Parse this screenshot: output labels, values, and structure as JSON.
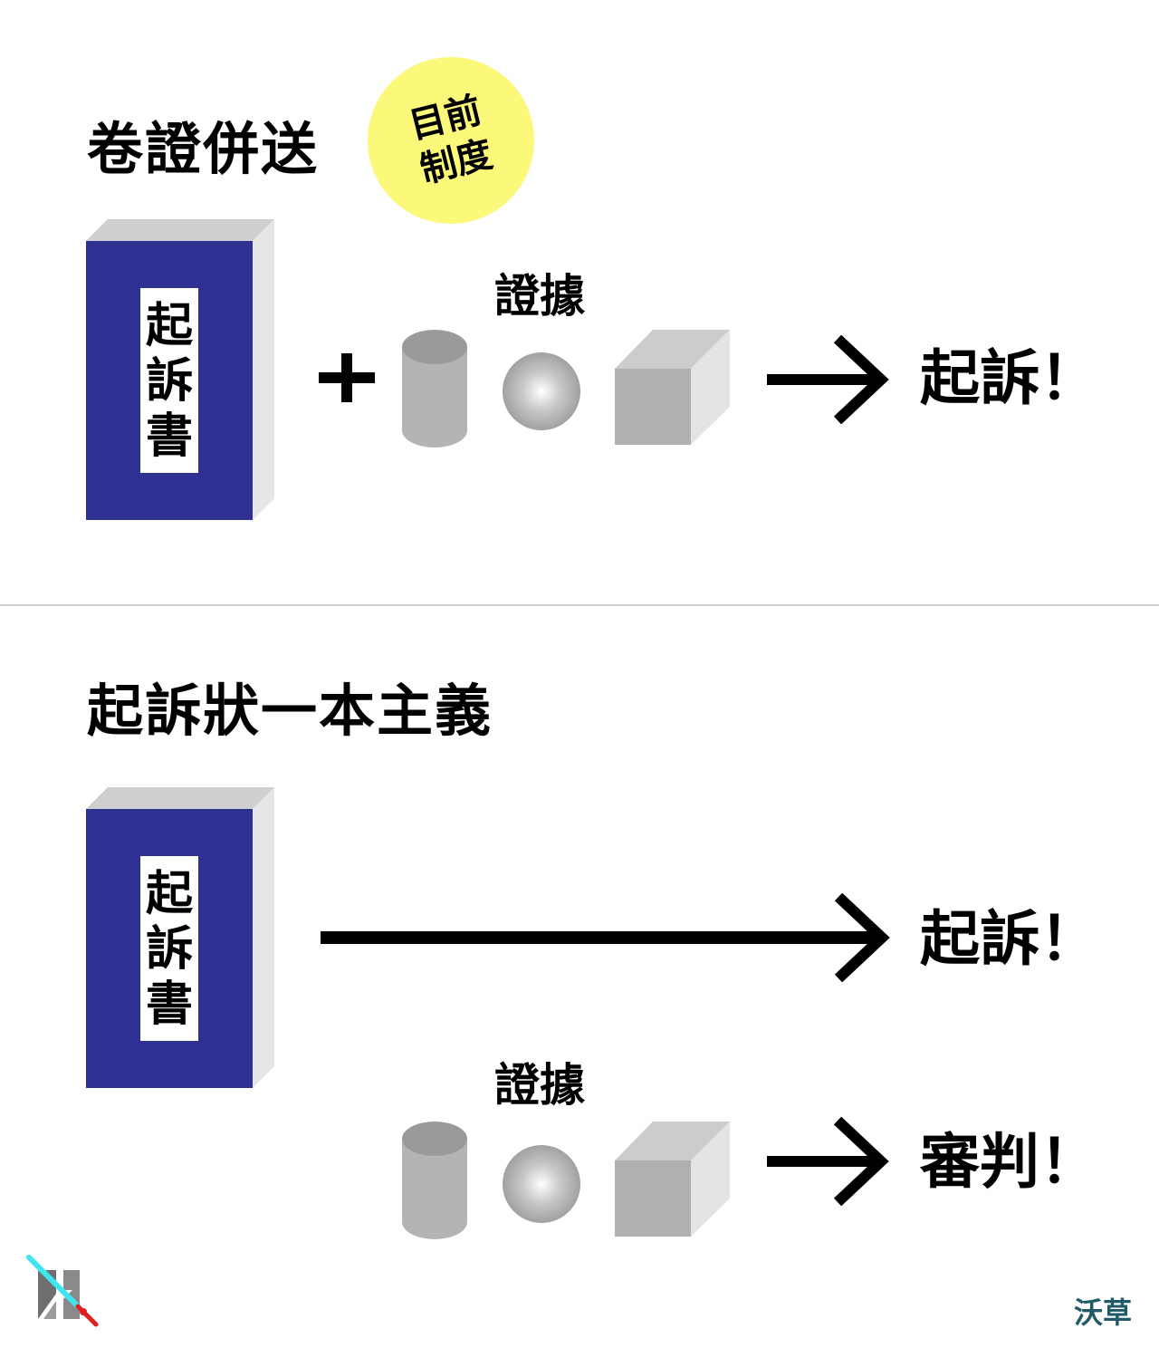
{
  "colors": {
    "book_cover": "#2e3192",
    "badge": "#fbf87a",
    "brand_text": "#1f5a66"
  },
  "section_top": {
    "heading": "卷證併送",
    "badge": "目前制度",
    "book_label": "起訴書",
    "plus": "+",
    "evidence_label": "證據",
    "result": "起訴！"
  },
  "section_bottom": {
    "heading": "起訴狀一本主義",
    "book_label": "起訴書",
    "result_indictment": "起訴！",
    "evidence_label": "證據",
    "result_trial": "審判！"
  },
  "footer": {
    "logo_icon": "sword-logo-icon",
    "brand": "沃草"
  }
}
